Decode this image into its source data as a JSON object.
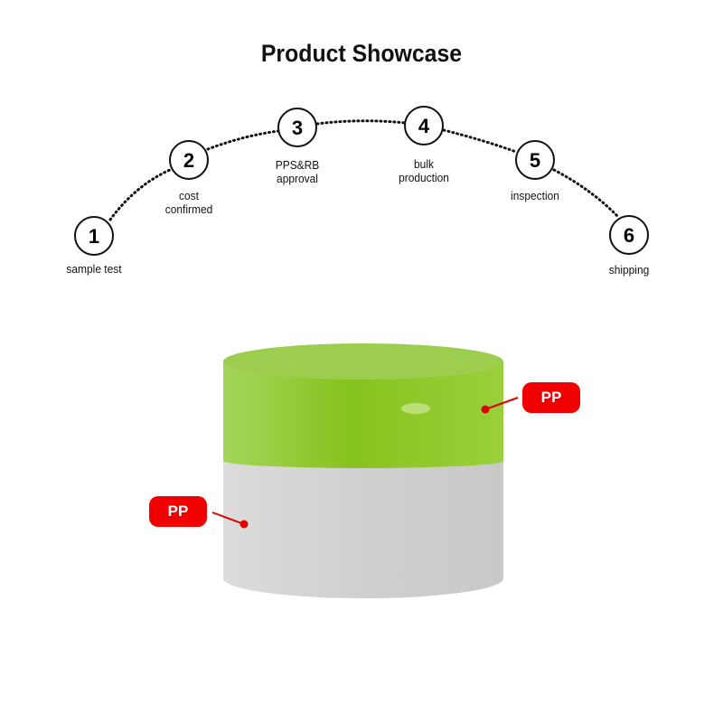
{
  "title": "Product Showcase",
  "steps": [
    {
      "number": "1",
      "label": "sample test"
    },
    {
      "number": "2",
      "label": "cost\nconfirmed"
    },
    {
      "number": "3",
      "label": "PPS&RB\napproval"
    },
    {
      "number": "4",
      "label": "bulk\nproduction"
    },
    {
      "number": "5",
      "label": "inspection"
    },
    {
      "number": "6",
      "label": "shipping"
    }
  ],
  "product": {
    "lid_material": "PP",
    "body_material": "PP",
    "lid_color": "#8cc63f",
    "body_color": "#d4d4d4",
    "callout_color": "#f00000"
  }
}
